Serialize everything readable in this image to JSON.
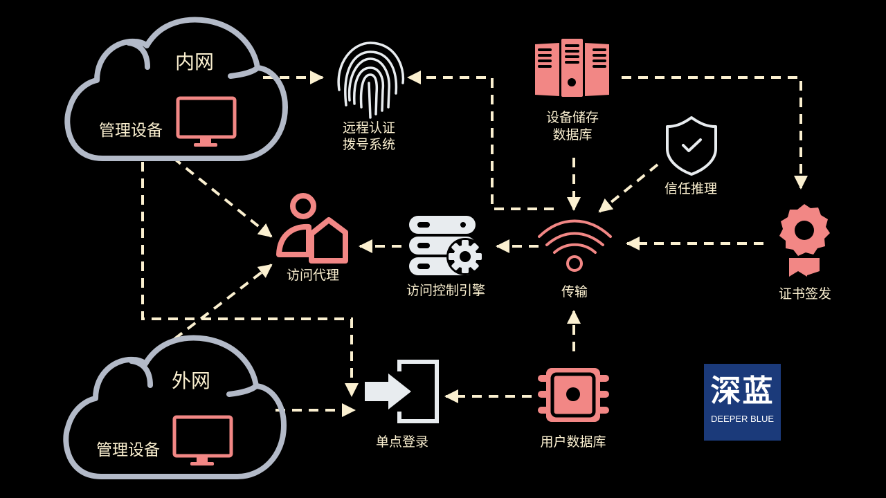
{
  "colors": {
    "background": "#000000",
    "connector": "#fbf0d0",
    "accent_pink": "#f28785",
    "icon_light": "#e8ecef",
    "cloud_stroke": "#b3bac8",
    "logo_bg": "#1b3a7a"
  },
  "clouds": {
    "intranet": {
      "title": "内网",
      "device_label": "管理设备"
    },
    "extranet": {
      "title": "外网",
      "device_label": "管理设备"
    }
  },
  "nodes": {
    "remote_auth": {
      "label_line1": "远程认证",
      "label_line2": "拨号系统",
      "icon": "fingerprint-icon"
    },
    "device_db": {
      "label_line1": "设备储存",
      "label_line2": "数据库",
      "icon": "binders-icon"
    },
    "trust": {
      "label": "信任推理",
      "icon": "shield-check-icon"
    },
    "proxy": {
      "label": "访问代理",
      "icon": "user-home-icon"
    },
    "engine": {
      "label": "访问控制引擎",
      "icon": "server-gear-icon"
    },
    "transport": {
      "label": "传输",
      "icon": "wifi-icon"
    },
    "cert": {
      "label": "证书签发",
      "icon": "award-badge-icon"
    },
    "sso": {
      "label": "单点登录",
      "icon": "login-icon"
    },
    "user_db": {
      "label": "用户数据库",
      "icon": "chip-icon"
    }
  },
  "logo": {
    "cn": "深蓝",
    "en": "DEEPER BLUE"
  }
}
